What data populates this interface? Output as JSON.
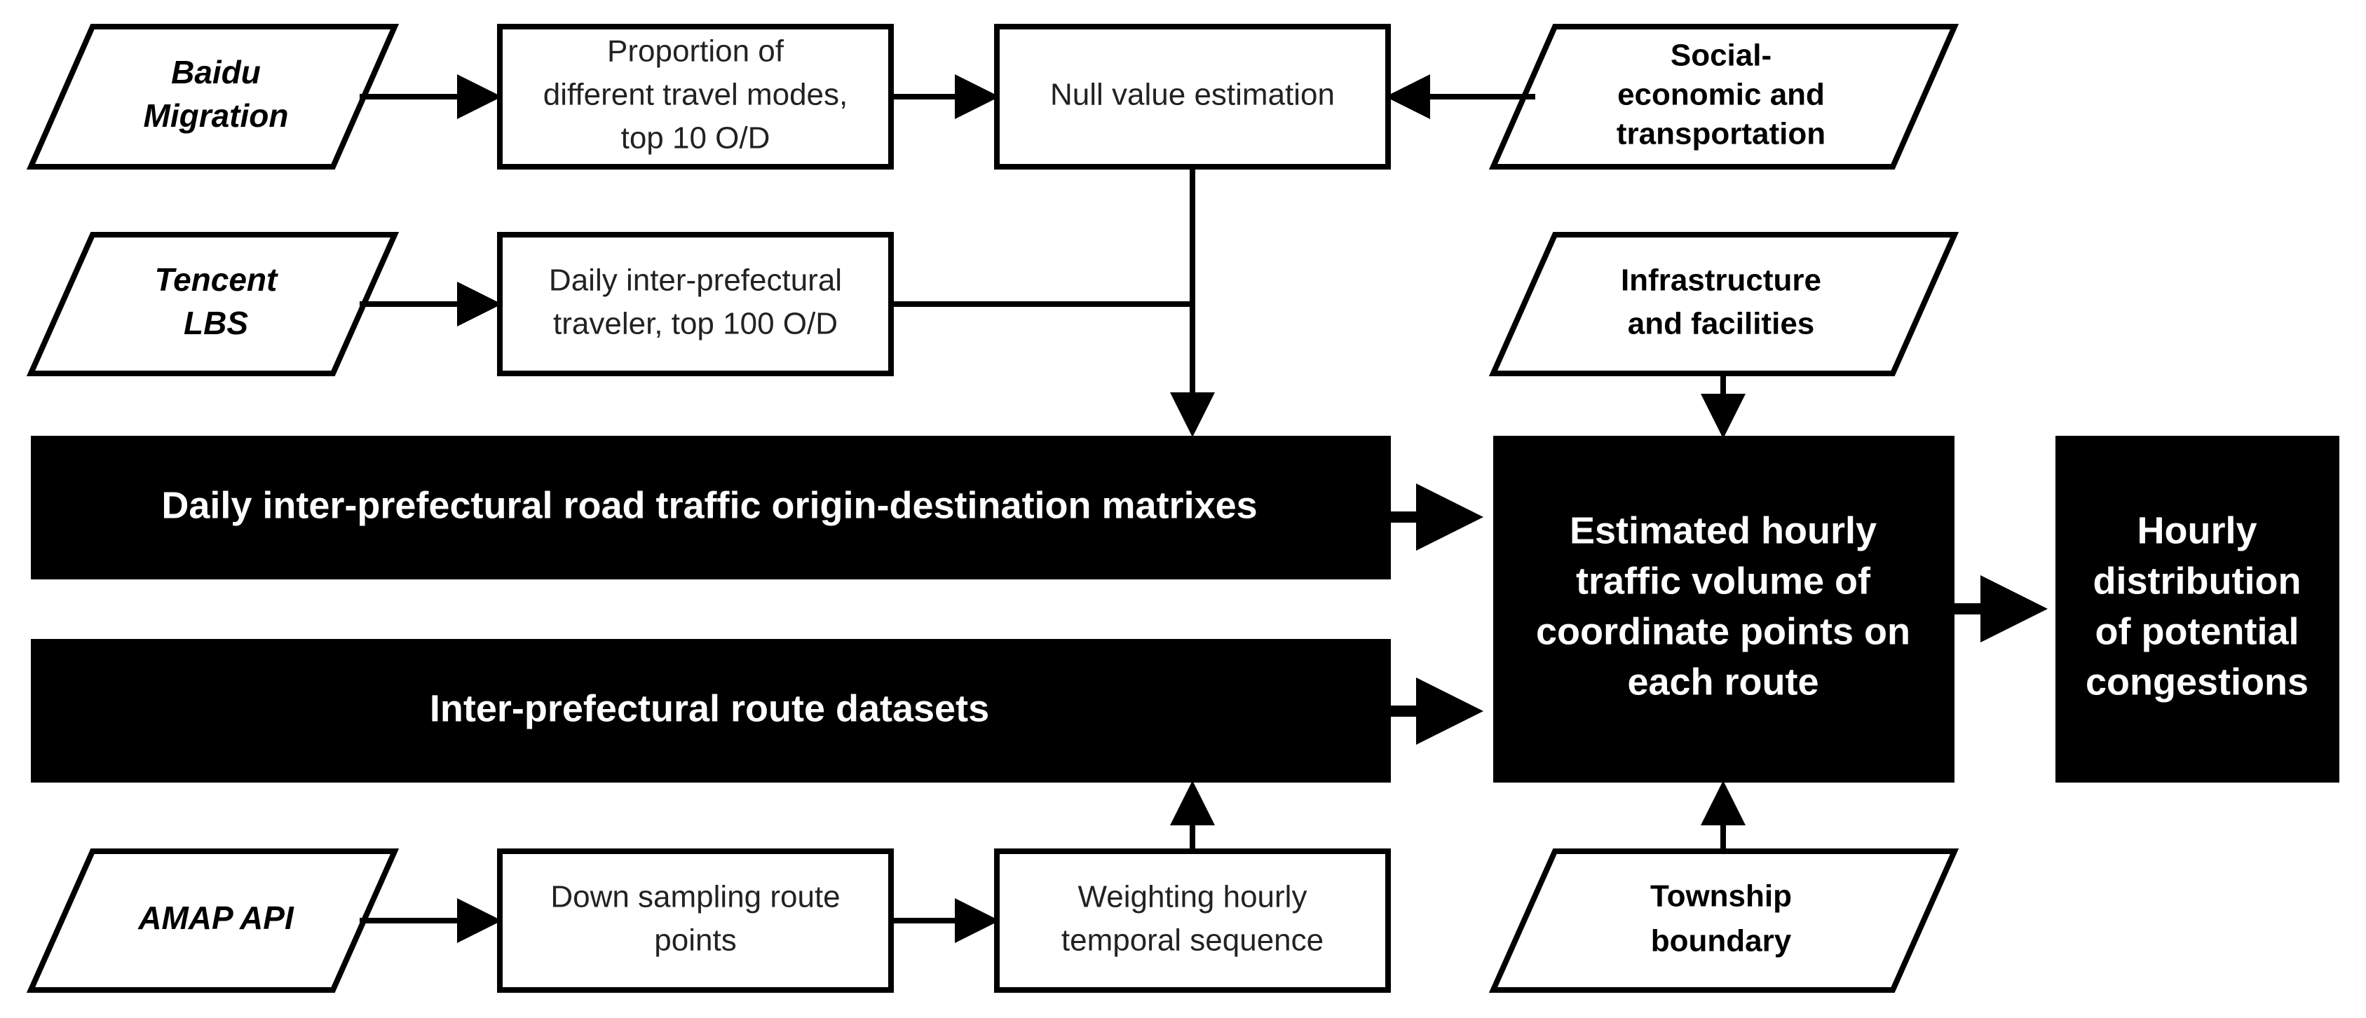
{
  "sources": {
    "baidu": [
      "Baidu",
      "Migration"
    ],
    "tencent": [
      "Tencent",
      "LBS"
    ],
    "amap": [
      "AMAP API"
    ]
  },
  "process": {
    "proportion": [
      "Proportion of",
      "different travel modes,",
      "top 10 O/D"
    ],
    "null_value": [
      "Null value estimation"
    ],
    "daily_traveler": [
      "Daily inter-prefectural",
      "traveler, top 100 O/D"
    ],
    "down_sampling": [
      "Down sampling route",
      "points"
    ],
    "weighting": [
      "Weighting hourly",
      "temporal sequence"
    ]
  },
  "external": {
    "socioeconomic": [
      "Social-",
      "economic and",
      "transportation"
    ],
    "infrastructure": [
      "Infrastructure",
      "and facilities"
    ],
    "township": [
      "Township",
      "boundary"
    ]
  },
  "outputs": {
    "od_matrix": [
      "Daily inter-prefectural road traffic origin-destination matrixes"
    ],
    "route_datasets": [
      "Inter-prefectural route datasets"
    ],
    "estimated_volume": [
      "Estimated hourly",
      "traffic volume of",
      "coordinate points on",
      "each route"
    ],
    "congestion": [
      "Hourly",
      "distribution",
      "of potential",
      "congestions"
    ]
  }
}
